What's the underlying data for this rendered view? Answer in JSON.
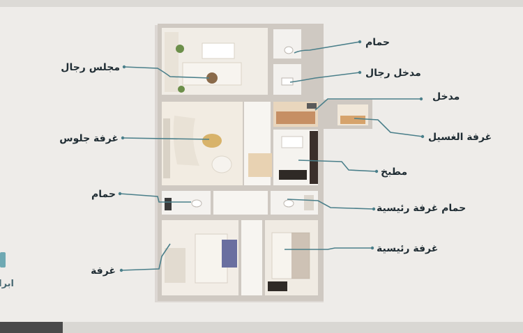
{
  "labels": {
    "bathroom_top": "حمام",
    "men_entrance": "مدخل رجال",
    "entrance": "مدخل",
    "laundry": "غرفة الغسيل",
    "kitchen": "مطبخ",
    "master_bath": "حمام غرفة رئيسية",
    "master_bedroom": "غرفة رئيسية",
    "men_majlis": "مجلس رجال",
    "living_room": "غرفة جلوس",
    "bathroom_left": "حمام",
    "bedroom": "غرفة"
  },
  "logo": {
    "text": "ابراج"
  },
  "colors": {
    "background": "#eeece9",
    "wall": "#c9c3bc",
    "floor_light": "#f4f1ec",
    "floor_warm": "#e6d7c3",
    "leader_line": "#4a7f8a",
    "label_text": "#1f2c33",
    "accent_teal": "#6fa9b3"
  }
}
